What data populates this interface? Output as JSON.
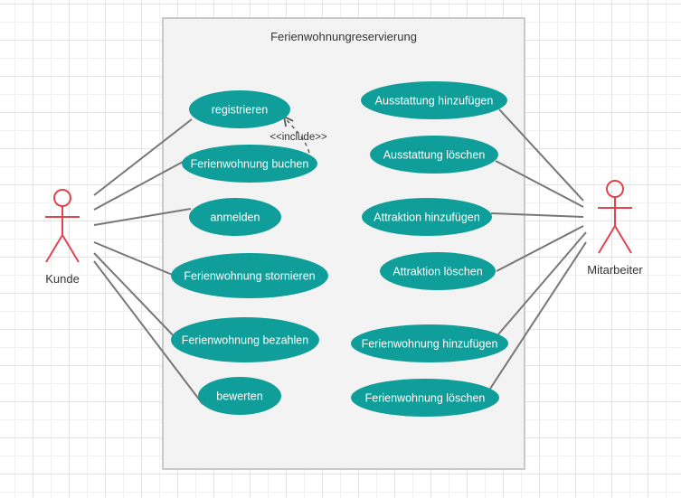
{
  "diagram": {
    "type": "use-case",
    "system": {
      "title": "Ferienwohnungreservierung"
    },
    "colors": {
      "use_case_fill": "#0f9e99",
      "actor_stroke": "#e0454f",
      "association": "#777777",
      "boundary_fill": "#f3f3f3",
      "boundary_stroke": "#b9b9b9"
    },
    "actors": [
      {
        "id": "kunde",
        "label": "Kunde"
      },
      {
        "id": "mitarbeiter",
        "label": "Mitarbeiter"
      }
    ],
    "use_cases": [
      {
        "id": "registrieren",
        "label": "registrieren"
      },
      {
        "id": "buchen",
        "label": "Ferienwohnung buchen"
      },
      {
        "id": "anmelden",
        "label": "anmelden"
      },
      {
        "id": "stornieren",
        "label": "Ferienwohnung stornieren"
      },
      {
        "id": "bezahlen",
        "label": "Ferienwohnung bezahlen"
      },
      {
        "id": "bewerten",
        "label": "bewerten"
      },
      {
        "id": "ausst_add",
        "label": "Ausstattung hinzufügen"
      },
      {
        "id": "ausst_del",
        "label": "Ausstattung löschen"
      },
      {
        "id": "attr_add",
        "label": "Attraktion hinzufügen"
      },
      {
        "id": "attr_del",
        "label": "Attraktion löschen"
      },
      {
        "id": "fw_add",
        "label": "Ferienwohnung hinzufügen"
      },
      {
        "id": "fw_del",
        "label": "Ferienwohnung löschen"
      }
    ],
    "associations": [
      {
        "actor": "kunde",
        "use_case": "registrieren"
      },
      {
        "actor": "kunde",
        "use_case": "buchen"
      },
      {
        "actor": "kunde",
        "use_case": "anmelden"
      },
      {
        "actor": "kunde",
        "use_case": "stornieren"
      },
      {
        "actor": "kunde",
        "use_case": "bezahlen"
      },
      {
        "actor": "kunde",
        "use_case": "bewerten"
      },
      {
        "actor": "mitarbeiter",
        "use_case": "ausst_add"
      },
      {
        "actor": "mitarbeiter",
        "use_case": "ausst_del"
      },
      {
        "actor": "mitarbeiter",
        "use_case": "attr_add"
      },
      {
        "actor": "mitarbeiter",
        "use_case": "attr_del"
      },
      {
        "actor": "mitarbeiter",
        "use_case": "fw_add"
      },
      {
        "actor": "mitarbeiter",
        "use_case": "fw_del"
      }
    ],
    "include_relations": [
      {
        "from": "buchen",
        "to": "registrieren",
        "label": "<<include>>"
      }
    ]
  }
}
